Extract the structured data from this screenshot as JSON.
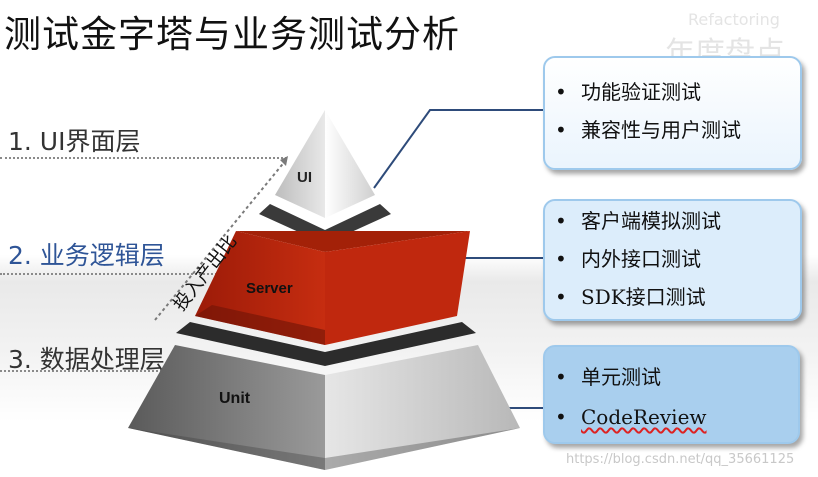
{
  "title": "测试金字塔与业务测试分析",
  "ghost_text": {
    "refactoring": "Refactoring",
    "annual": "年度盘点"
  },
  "layers": [
    {
      "label": "1. UI界面层",
      "color": "#333333"
    },
    {
      "label": "2. 业务逻辑层",
      "color": "#2f5597"
    },
    {
      "label": "3. 数据处理层",
      "color": "#333333"
    }
  ],
  "pyramid": {
    "ui_label": "UI",
    "server_label": "Server",
    "unit_label": "Unit",
    "server_color": "#c0280e"
  },
  "arrow_label": "投入产出比",
  "callouts": [
    {
      "items": [
        "功能验证测试",
        "兼容性与用户测试"
      ]
    },
    {
      "items": [
        "客户端模拟测试",
        "内外接口测试",
        "SDK接口测试"
      ]
    },
    {
      "items": [
        "单元测试",
        "CodeReview"
      ]
    }
  ],
  "watermark": "https://blog.csdn.net/qq_35661125"
}
